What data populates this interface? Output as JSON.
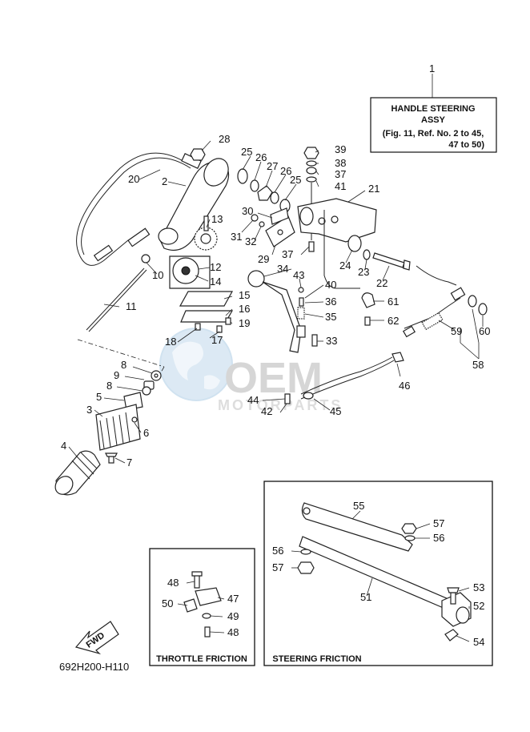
{
  "header_box": {
    "title_line1": "HANDLE  STEERING",
    "title_line2": "ASSY",
    "note_line1": "(Fig. 11, Ref. No. 2 to 45,",
    "note_line2": "47 to 50)"
  },
  "sub_boxes": {
    "throttle_title": "THROTTLE  FRICTION",
    "steering_title": "STEERING  FRICTION"
  },
  "fwd_label": "FWD",
  "diagram_code": "692H200-H110",
  "watermark": {
    "brand": "OEM",
    "sub": "MOTORPARTS"
  },
  "callouts": {
    "c1": "1",
    "c2": "2",
    "c3": "3",
    "c4": "4",
    "c5": "5",
    "c6": "6",
    "c7": "7",
    "c8a": "8",
    "c8b": "8",
    "c9": "9",
    "c10": "10",
    "c11": "11",
    "c12": "12",
    "c13": "13",
    "c14": "14",
    "c15": "15",
    "c16": "16",
    "c17": "17",
    "c18": "18",
    "c19": "19",
    "c20": "20",
    "c21": "21",
    "c22": "22",
    "c23": "23",
    "c24": "24",
    "c25a": "25",
    "c25b": "25",
    "c26a": "26",
    "c26b": "26",
    "c27": "27",
    "c28": "28",
    "c29": "29",
    "c30": "30",
    "c31": "31",
    "c32": "32",
    "c33": "33",
    "c34": "34",
    "c35": "35",
    "c36": "36",
    "c37a": "37",
    "c37b": "37",
    "c38": "38",
    "c39": "39",
    "c40": "40",
    "c41": "41",
    "c42": "42",
    "c43": "43",
    "c44": "44",
    "c45": "45",
    "c46": "46",
    "c47": "47",
    "c48a": "48",
    "c48b": "48",
    "c49": "49",
    "c50": "50",
    "c51": "51",
    "c52": "52",
    "c53": "53",
    "c54": "54",
    "c55": "55",
    "c56a": "56",
    "c56b": "56",
    "c57a": "57",
    "c57b": "57",
    "c58": "58",
    "c59": "59",
    "c60": "60",
    "c61": "61",
    "c62": "62"
  }
}
